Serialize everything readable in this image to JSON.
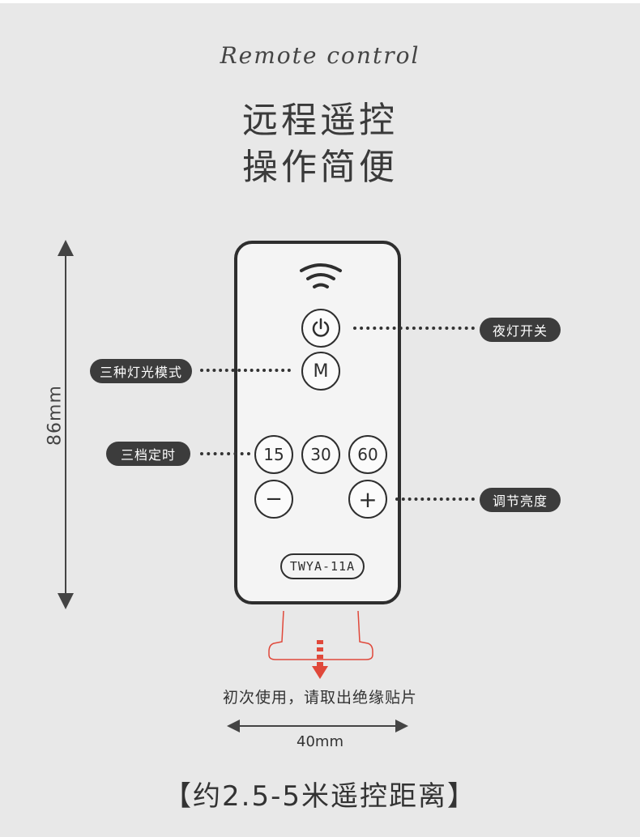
{
  "header": {
    "script_title": "Remote control",
    "headline_line1": "远程遥控",
    "headline_line2": "操作简便"
  },
  "dimensions": {
    "height_label": "86mm",
    "width_label": "40mm"
  },
  "remote": {
    "mode_label": "M",
    "timer_buttons": [
      "15",
      "30",
      "60"
    ],
    "minus_symbol": "−",
    "plus_symbol": "+",
    "model": "TWYA-11A"
  },
  "callouts": {
    "power": "夜灯开关",
    "mode": "三种灯光模式",
    "timer": "三档定时",
    "brightness": "调节亮度"
  },
  "notes": {
    "pull_tab": "初次使用，请取出绝缘贴片",
    "range": "【约2.5-5米遥控距离】"
  },
  "colors": {
    "background": "#e8e8e8",
    "remote_body": "#f4f4f4",
    "outline": "#2e2e2e",
    "pill": "#3c3c3c",
    "tab_accent": "#e0483a"
  }
}
